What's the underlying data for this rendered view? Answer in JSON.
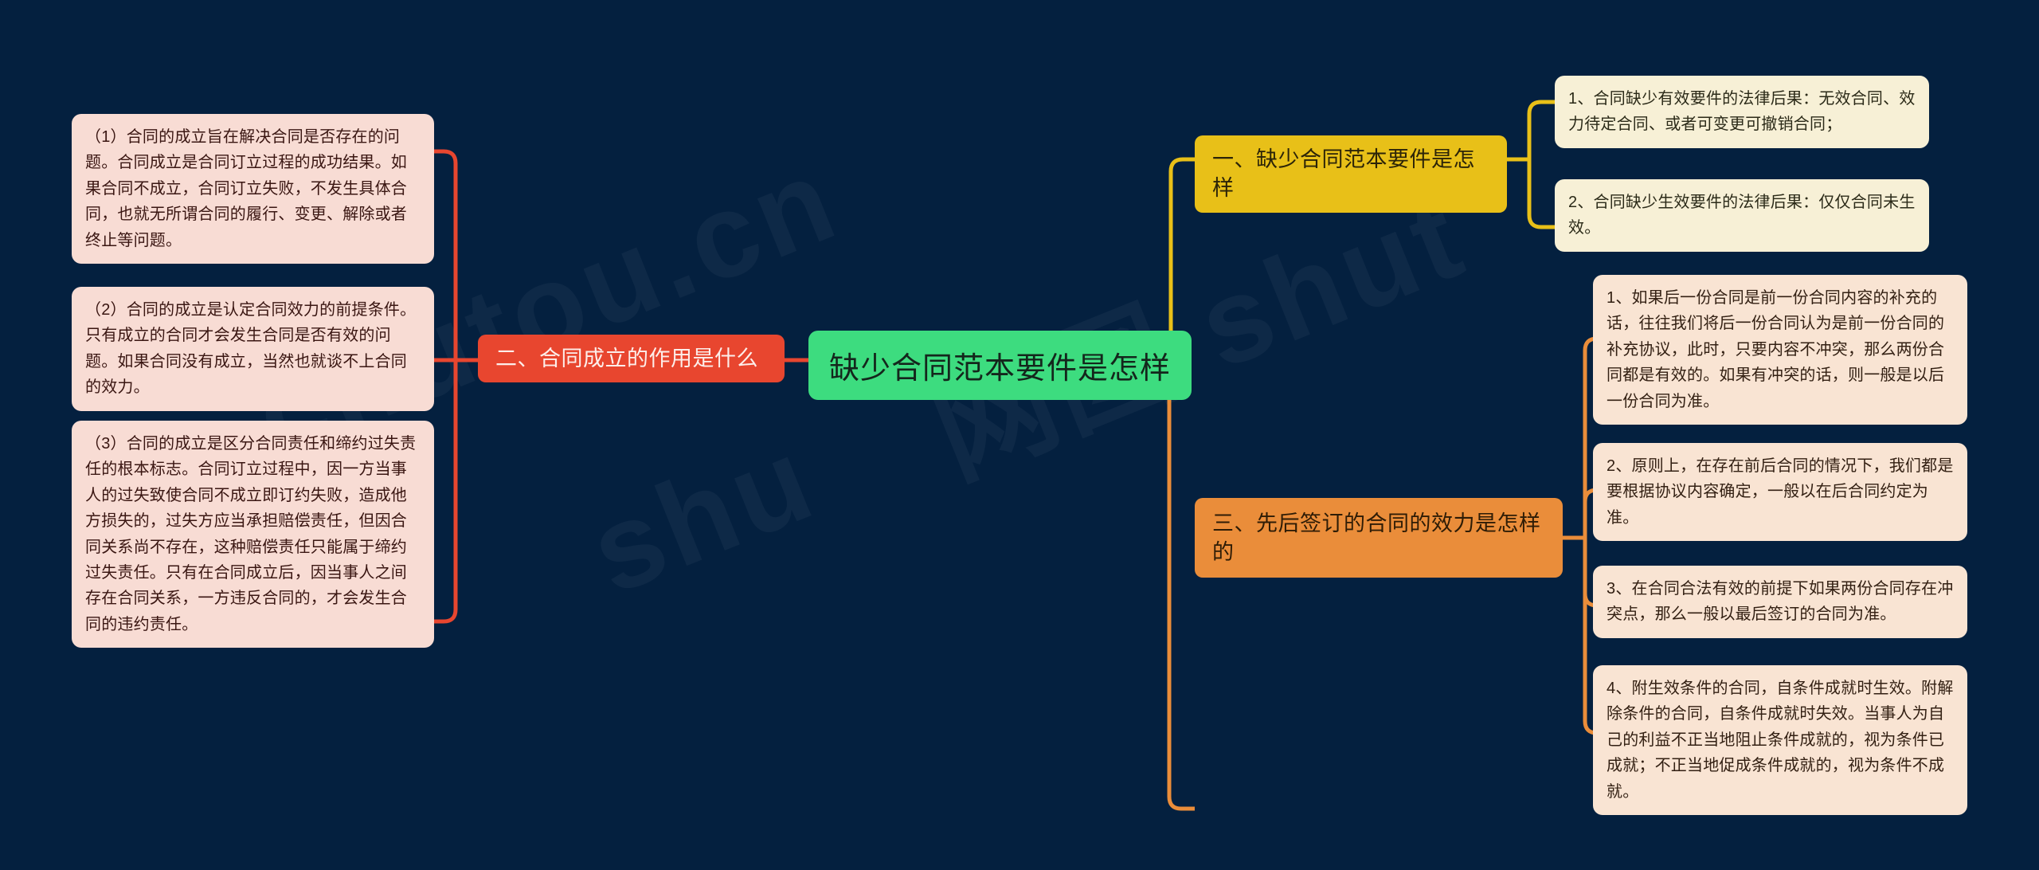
{
  "theme": {
    "background": "#04203f",
    "root_color": "#3ddc7f",
    "red_branch_color": "#e8462f",
    "yellow_branch_color": "#e8c018",
    "orange_branch_color": "#ea8d3a",
    "pink_leaf_color": "#f8dcd4",
    "cream_leaf_color": "#f7f0d6",
    "peach_leaf_color": "#f9e4d3"
  },
  "watermark": {
    "text_a": "chutou.cn",
    "text_b": "网图 shut",
    "text_c": "shu"
  },
  "mindmap": {
    "root": {
      "label": "缺少合同范本要件是怎样"
    },
    "branches": [
      {
        "id": "branch-one",
        "label": "一、缺少合同范本要件是怎样",
        "side": "right",
        "color": "#e8c018",
        "leaves": [
          {
            "text": "1、合同缺少有效要件的法律后果：无效合同、效力待定合同、或者可变更可撤销合同；"
          },
          {
            "text": "2、合同缺少生效要件的法律后果：仅仅合同未生效。"
          }
        ]
      },
      {
        "id": "branch-two",
        "label": "二、合同成立的作用是什么",
        "side": "left",
        "color": "#e8462f",
        "leaves": [
          {
            "text": "（1）合同的成立旨在解决合同是否存在的问题。合同成立是合同订立过程的成功结果。如果合同不成立，合同订立失败，不发生具体合同，也就无所谓合同的履行、变更、解除或者终止等问题。"
          },
          {
            "text": "（2）合同的成立是认定合同效力的前提条件。只有成立的合同才会发生合同是否有效的问题。如果合同没有成立，当然也就谈不上合同的效力。"
          },
          {
            "text": "（3）合同的成立是区分合同责任和缔约过失责任的根本标志。合同订立过程中，因一方当事人的过失致使合同不成立即订约失败，造成他方损失的，过失方应当承担赔偿责任，但因合同关系尚不存在，这种赔偿责任只能属于缔约过失责任。只有在合同成立后，因当事人之间存在合同关系，一方违反合同的，才会发生合同的违约责任。"
          }
        ]
      },
      {
        "id": "branch-three",
        "label": "三、先后签订的合同的效力是怎样的",
        "side": "right",
        "color": "#ea8d3a",
        "leaves": [
          {
            "text": "1、如果后一份合同是前一份合同内容的补充的话，往往我们将后一份合同认为是前一份合同的补充协议，此时，只要内容不冲突，那么两份合同都是有效的。如果有冲突的话，则一般是以后一份合同为准。"
          },
          {
            "text": "2、原则上，在存在前后合同的情况下，我们都是要根据协议内容确定，一般以在后合同约定为准。"
          },
          {
            "text": "3、在合同合法有效的前提下如果两份合同存在冲突点，那么一般以最后签订的合同为准。"
          },
          {
            "text": "4、附生效条件的合同，自条件成就时生效。附解除条件的合同，自条件成就时失效。当事人为自己的利益不正当地阻止条件成就的，视为条件已成就；不正当地促成条件成就的，视为条件不成就。"
          }
        ]
      }
    ]
  }
}
